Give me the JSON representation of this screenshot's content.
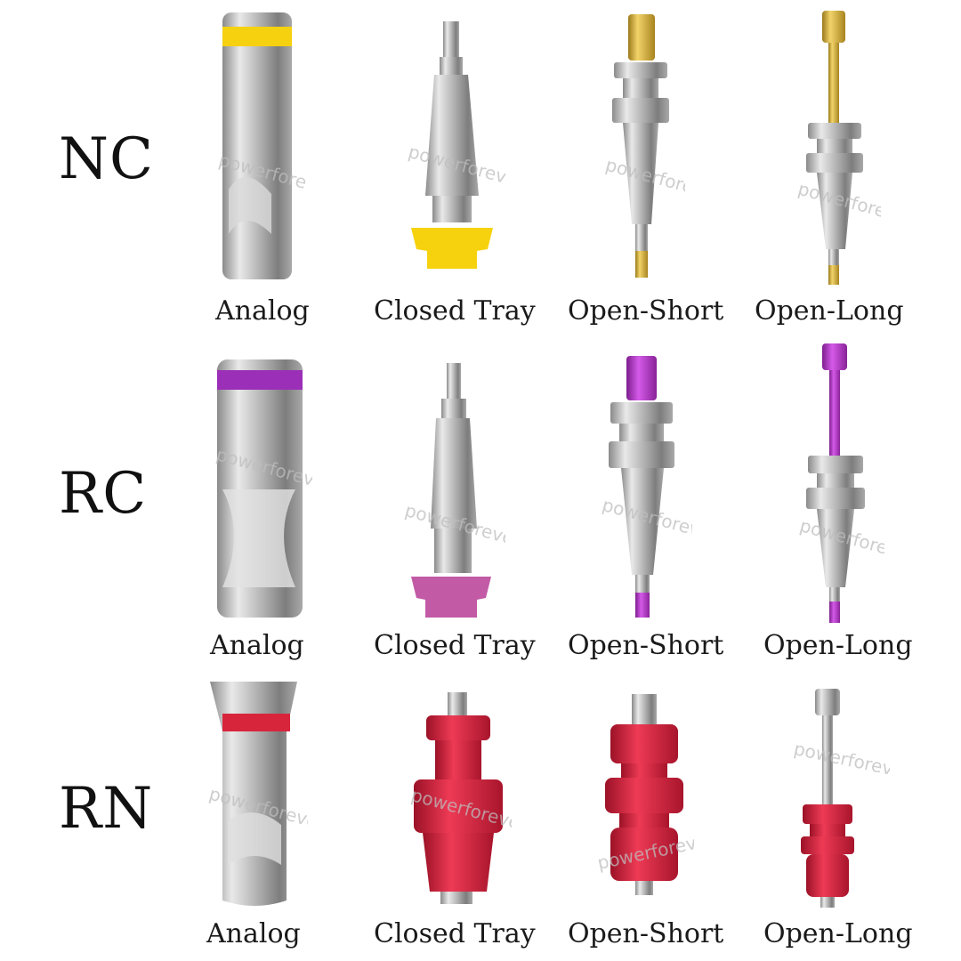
{
  "rows": [
    {
      "label": "NC",
      "accent": "#f5d10f",
      "items": [
        "Analog",
        "Closed Tray",
        "Open-Short",
        "Open-Long"
      ]
    },
    {
      "label": "RC",
      "accent": "#9b2fb8",
      "items": [
        "Analog",
        "Closed Tray",
        "Open-Short",
        "Open-Long"
      ]
    },
    {
      "label": "RN",
      "accent": "#d7253c",
      "items": [
        "Analog",
        "Closed Tray",
        "Open-Short",
        "Open-Long"
      ]
    }
  ],
  "watermark": "powerforever",
  "colors": {
    "steel": "#c8c8c8",
    "gold": "#d9b23a",
    "yellow_cap": "#f6d20e",
    "purple": "#b23cc7",
    "pink_cap": "#c25aa6",
    "red": "#d4223f"
  }
}
